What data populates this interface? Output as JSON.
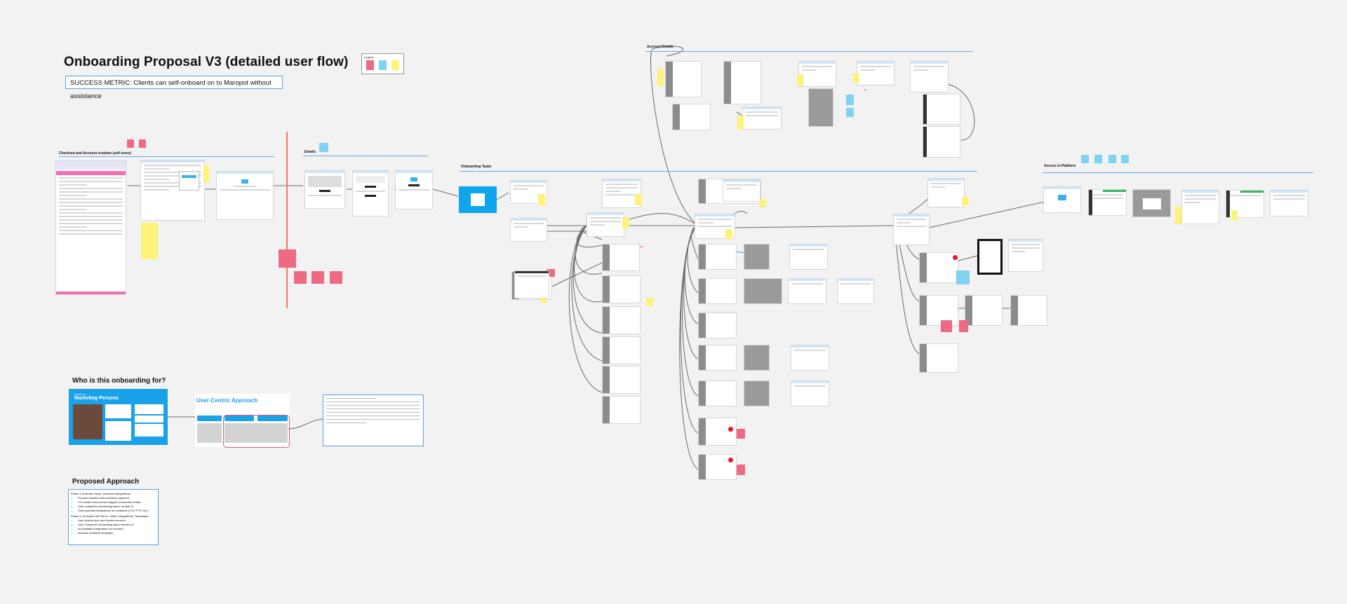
{
  "board": {
    "title": "Onboarding Proposal V3 (detailed user flow)",
    "success_metric": "SUCCESS METRIC:  Clients can self-onboard on to Maropot without assistance",
    "legend_label": "Legend"
  },
  "sections": {
    "checkout": "Checkout and Account creation (self serve)",
    "emails": "Emails",
    "onboarding_tasks": "Onboarding Tasks",
    "account_details": "Account Details",
    "access_platform": "Access to Platform"
  },
  "personas": {
    "heading": "Who is this onboarding for?",
    "persona_brand": "MAROPOST",
    "persona_title": "Marketing Persona",
    "uca_title": "User-Centric Approach"
  },
  "approach": {
    "heading": "Proposed Approach",
    "phase1": "Phase 1 (Includes Setup, essential Integrations)",
    "phase1_items": [
      "Finance handles and processes payment",
      "CS creates account and triggers automated emails",
      "User completes onboarding steps via task UI",
      "Only essential integrations are available (CSV, FTP, etc.)"
    ],
    "phase2": "Phase 2: (Includes Self-Serve, Setup, Integrations, Templates)",
    "phase2_items": [
      "User selects plan and creates account",
      "User completes onboarding steps via new UI",
      "All available integrations are present",
      "Includes available templates"
    ]
  },
  "colors": {
    "background": "#f2f2f2",
    "section_line": "#64a9e8",
    "sticky_yellow": "#fdf27a",
    "sticky_pink": "#ee6a83",
    "sticky_blue": "#7fd2f0",
    "accent_cyan": "#10a6ec",
    "divider_red": "#f07a5a"
  }
}
